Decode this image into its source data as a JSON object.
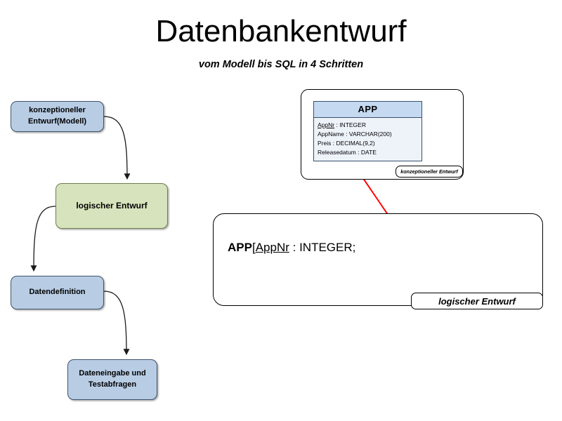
{
  "slide": {
    "title": "Datenbankentwurf",
    "subtitle": "vom Modell bis SQL in 4 Schritten"
  },
  "flow": {
    "steps": [
      {
        "label_line1": "konzeptioneller",
        "label_line2": "Entwurf(Modell)",
        "color": "#b8cce4"
      },
      {
        "label_line1": "logischer Entwurf",
        "label_line2": "",
        "color": "#d7e3bc"
      },
      {
        "label_line1": "Datendefinition",
        "label_line2": "",
        "color": "#b8cce4"
      },
      {
        "label_line1": "Dateneingabe und",
        "label_line2": "Testabfragen",
        "color": "#b8cce4"
      }
    ]
  },
  "conceptual": {
    "tag": "konzeptioneller Entwurf",
    "entity": {
      "name": "APP",
      "header_color": "#c5d9f1",
      "attributes": [
        {
          "name": "AppNr",
          "type": "INTEGER",
          "primary_key": true
        },
        {
          "name": "AppName",
          "type": "VARCHAR(200)",
          "primary_key": false
        },
        {
          "name": "Preis",
          "type": "DECIMAL(9,2)",
          "primary_key": false
        },
        {
          "name": "Releasedatum",
          "type": "DATE",
          "primary_key": false
        }
      ]
    }
  },
  "logical": {
    "tag": "logischer Entwurf",
    "relation_name": "APP",
    "open_bracket": "[",
    "key_attribute": "AppNr",
    "separator": " : ",
    "key_type": "INTEGER;"
  },
  "colors": {
    "arrow_red": "#ff0000",
    "connector_black": "#1a1a1a",
    "box_blue": "#b8cce4",
    "box_green": "#d7e3bc",
    "entity_header": "#c5d9f1",
    "entity_body": "#eef3fa"
  }
}
